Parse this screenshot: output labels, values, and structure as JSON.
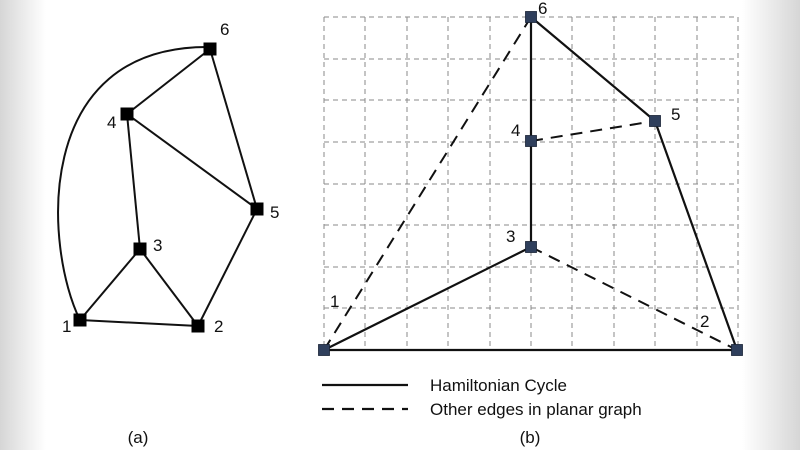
{
  "panel_a": {
    "caption": "(a)",
    "nodes": [
      {
        "id": "1",
        "label": "1"
      },
      {
        "id": "2",
        "label": "2"
      },
      {
        "id": "3",
        "label": "3"
      },
      {
        "id": "4",
        "label": "4"
      },
      {
        "id": "5",
        "label": "5"
      },
      {
        "id": "6",
        "label": "6"
      }
    ],
    "edges": [
      [
        "1",
        "2"
      ],
      [
        "1",
        "3"
      ],
      [
        "2",
        "3"
      ],
      [
        "3",
        "4"
      ],
      [
        "4",
        "6"
      ],
      [
        "4",
        "5"
      ],
      [
        "6",
        "5"
      ],
      [
        "5",
        "2"
      ],
      [
        "1",
        "6"
      ]
    ]
  },
  "panel_b": {
    "caption": "(b)",
    "nodes": [
      {
        "id": "1",
        "label": "1"
      },
      {
        "id": "2",
        "label": "2"
      },
      {
        "id": "3",
        "label": "3"
      },
      {
        "id": "4",
        "label": "4"
      },
      {
        "id": "5",
        "label": "5"
      },
      {
        "id": "6",
        "label": "6"
      }
    ],
    "hamiltonian_edges": [
      [
        "1",
        "2"
      ],
      [
        "2",
        "5"
      ],
      [
        "5",
        "6"
      ],
      [
        "6",
        "4"
      ],
      [
        "4",
        "3"
      ],
      [
        "3",
        "1"
      ]
    ],
    "other_edges": [
      [
        "1",
        "6"
      ],
      [
        "4",
        "5"
      ],
      [
        "3",
        "2"
      ]
    ],
    "legend": {
      "solid_label": "Hamiltonian Cycle",
      "dashed_label": "Other edges in planar graph"
    }
  },
  "colors": {
    "edge": "#111111",
    "node_a": "#000000",
    "node_b": "#2f3f5c",
    "grid": "#8a8a8a"
  }
}
